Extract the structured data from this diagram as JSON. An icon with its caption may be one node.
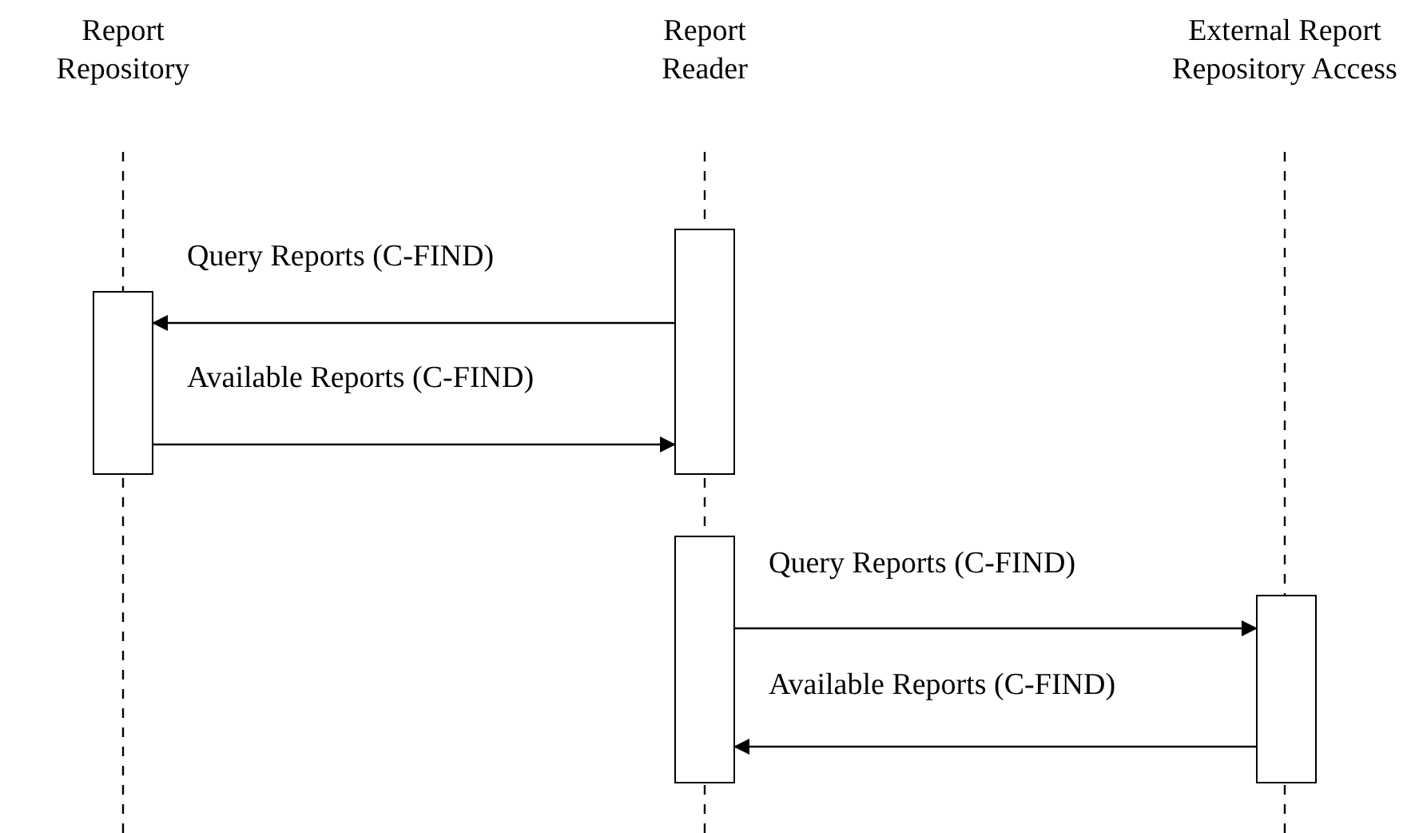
{
  "diagram": {
    "nodes": [
      {
        "text": [
          "Report Repository"
        ]
      },
      {
        "text": [
          "Report Reader"
        ]
      },
      {
        "text": [
          "External Report Repository Access"
        ]
      },
      {
        "text": [],
        "shape": "bar"
      },
      {
        "text": [],
        "shape": "bar"
      },
      {
        "text": [],
        "shape": "bar"
      },
      {
        "text": [],
        "shape": "bar"
      }
    ],
    "edges": [
      {
        "from": 3,
        "to": 4,
        "arrow": "to",
        "label": "Query Reports (C-FIND)"
      },
      {
        "from": 4,
        "to": 3,
        "arrow": "to",
        "label": "Available Reports (C-FIND)"
      },
      {
        "from": 5,
        "to": 6,
        "arrow": "to",
        "label": "Query Reports (C-FIND)"
      },
      {
        "from": 6,
        "to": 5,
        "arrow": "to",
        "label": "Available Reports (C-FIND)"
      }
    ]
  }
}
